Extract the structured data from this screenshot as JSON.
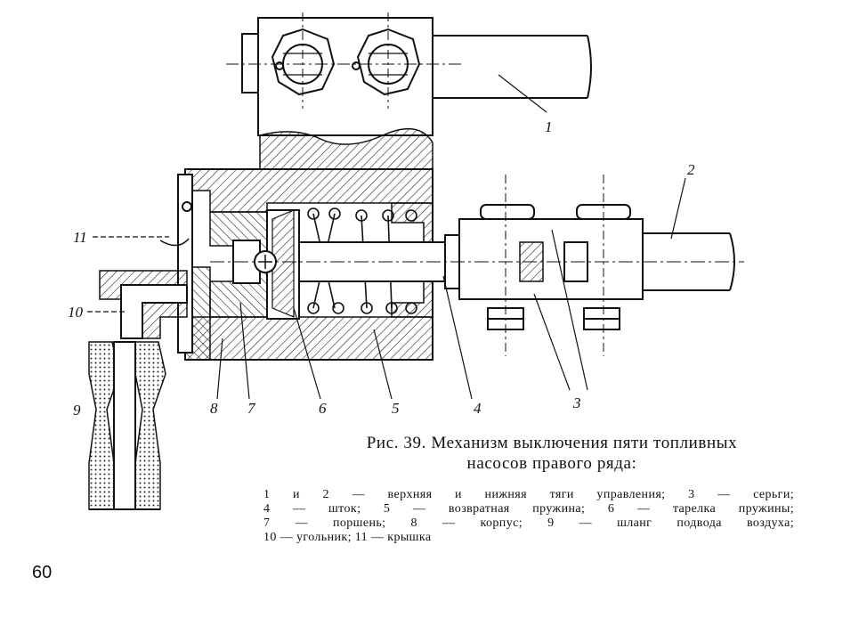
{
  "figure": {
    "callouts": {
      "c1": "1",
      "c2": "2",
      "c3": "3",
      "c4": "4",
      "c5": "5",
      "c6": "6",
      "c7": "7",
      "c8": "8",
      "c9": "9",
      "c10": "10",
      "c11": "11"
    }
  },
  "caption": {
    "title_line1": "Рис. 39. Механизм выключения пяти топливных",
    "title_line2": "насосов правого ряда:",
    "legend_line1": "1 и 2 — верхняя и нижняя тяги управления; 3 — серьги;",
    "legend_line2": "4 — шток; 5 — возвратная пружина; 6 — тарелка пружины;",
    "legend_line3": "7 — поршень; 8 — корпус; 9 — шланг подвода воздуха;",
    "legend_line4": "10 — угольник; 11 — крышка"
  },
  "page_number": "60"
}
